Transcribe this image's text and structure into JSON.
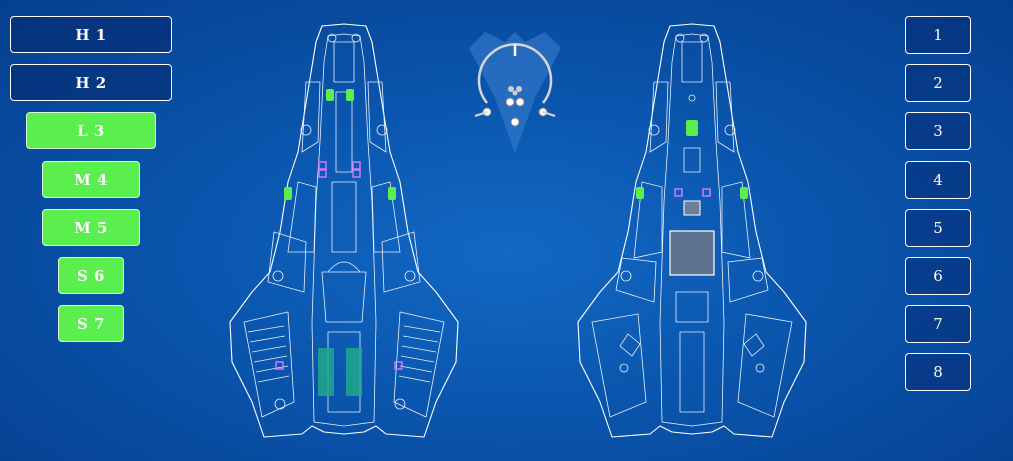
{
  "colors": {
    "accent_green": "#5bee4f",
    "background": "#0a55ad",
    "slot_purple": "#c77dff",
    "outline": "#ffffff"
  },
  "slot_buttons": [
    {
      "label": "H 1",
      "active": false
    },
    {
      "label": "H 2",
      "active": false
    },
    {
      "label": "L 3",
      "active": true
    },
    {
      "label": "M 4",
      "active": true
    },
    {
      "label": "M 5",
      "active": true
    },
    {
      "label": "S 6",
      "active": true
    },
    {
      "label": "S 7",
      "active": true
    }
  ],
  "number_buttons": [
    "1",
    "2",
    "3",
    "4",
    "5",
    "6",
    "7",
    "8"
  ],
  "icons": {
    "top_view": "ship-top-schematic",
    "bottom_view": "ship-bottom-schematic",
    "orientation": "orientation-gauge-icon"
  }
}
